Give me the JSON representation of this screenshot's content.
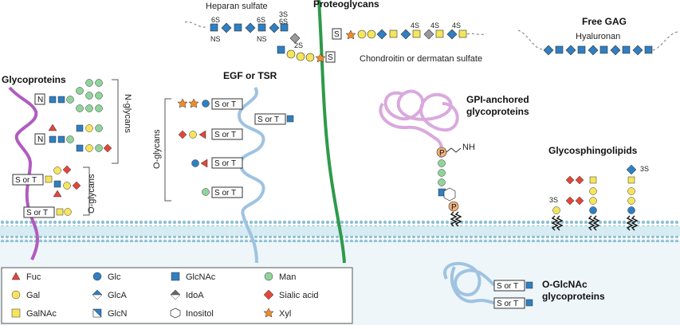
{
  "colors": {
    "membrane": "#bfe1ea",
    "membrane_bead": "#8fc2d2",
    "purple": "#b15bc0",
    "light_purple": "#d9a9de",
    "blue_strand": "#9fc3e0",
    "green_strand": "#2e9a4a",
    "fuc": "#e0473a",
    "glc": "#2f7fc2",
    "glcnac": "#2f7fc2",
    "man": "#8fd49a",
    "gal": "#f5e55c",
    "galnac": "#f5e55c",
    "sialic": "#e0473a",
    "xyl": "#f08a2a",
    "idoa": "#9a9a9a",
    "phosphate": "#f2b27c"
  },
  "labels": {
    "heparan": "Heparan sulfate",
    "proteoglycans": "Proteoglycans",
    "free_gag": "Free GAG",
    "hyaluronan": "Hyaluronan",
    "chondroitin": "Chondroitin or dermatan sulfate",
    "glycoproteins": "Glycoproteins",
    "egf": "EGF or TSR",
    "n_glycans": "N-glycans",
    "o_glycans_left": "O-glycans",
    "o_glycans_egf": "O-glycans",
    "gpi_1": "GPI-anchored",
    "gpi_2": "glycoproteins",
    "glycosphingo": "Glycosphingolipids",
    "oglcnac_1": "O-GlcNAc",
    "oglcnac_2": "glycoproteins",
    "nh": "NH",
    "p": "P",
    "n": "N",
    "s": "S",
    "s_or_t": "S or T",
    "six_s": "6S",
    "three_s": "3S",
    "four_s": "4S",
    "two_s": "2S",
    "ns": "NS"
  },
  "legend": [
    {
      "name": "Fuc",
      "icon": "triangle-icon"
    },
    {
      "name": "Glc",
      "icon": "circle-icon"
    },
    {
      "name": "GlcNAc",
      "icon": "square-icon"
    },
    {
      "name": "Man",
      "icon": "circle-icon"
    },
    {
      "name": "Gal",
      "icon": "circle-icon"
    },
    {
      "name": "GlcA",
      "icon": "diamond-icon"
    },
    {
      "name": "IdoA",
      "icon": "diamond-icon"
    },
    {
      "name": "Sialic acid",
      "icon": "diamond-icon"
    },
    {
      "name": "GalNAc",
      "icon": "square-icon"
    },
    {
      "name": "GlcN",
      "icon": "square-icon"
    },
    {
      "name": "Inositol",
      "icon": "hexagon-icon"
    },
    {
      "name": "Xyl",
      "icon": "star-icon"
    }
  ]
}
